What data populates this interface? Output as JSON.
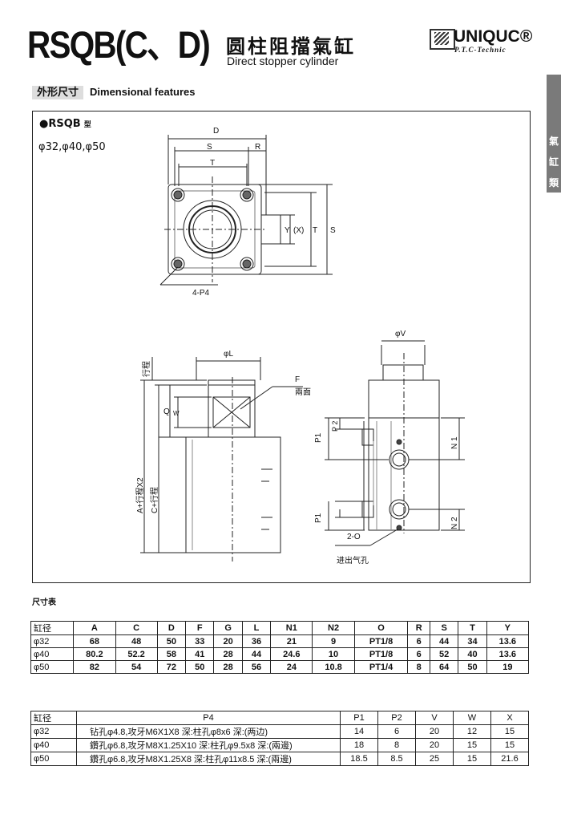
{
  "header": {
    "model": "RSQB(C、D)",
    "title_cn": "圆柱阻擋氣缸",
    "title_en": "Direct stopper cylinder",
    "brand": "UNIQUC®",
    "brand_sub": "P.T.C-Technic",
    "sidetab": [
      "氣",
      "缸",
      "類"
    ]
  },
  "section": {
    "cn": "外形尺寸",
    "en": "Dimensional features"
  },
  "drawing": {
    "type_label": "●RSQB",
    "type_suffix": "型",
    "bores": "φ32,φ40,φ50",
    "labels": {
      "D": "D",
      "S": "S",
      "R": "R",
      "T": "T",
      "Y": "Y",
      "X": "(X)",
      "T2": "T",
      "S2": "S",
      "P4": "4-P4",
      "L": "φL",
      "V": "φV",
      "F": "F",
      "F_note": "兩面",
      "stroke": "行程",
      "Q": "Q",
      "W": "W",
      "A": "A+行程X2",
      "C": "C+行程",
      "P1a": "P1",
      "P2": "P 2",
      "P1b": "P1",
      "N1": "N 1",
      "N2": "N 2",
      "port": "2-O",
      "port_note": "进出气孔"
    }
  },
  "table_title": "尺寸表",
  "table1": {
    "headers": [
      "缸径",
      "A",
      "C",
      "D",
      "F",
      "G",
      "L",
      "N1",
      "N2",
      "O",
      "R",
      "S",
      "T",
      "Y"
    ],
    "rows": [
      [
        "φ32",
        "68",
        "48",
        "50",
        "33",
        "20",
        "36",
        "21",
        "9",
        "PT1/8",
        "6",
        "44",
        "34",
        "13.6"
      ],
      [
        "φ40",
        "80.2",
        "52.2",
        "58",
        "41",
        "28",
        "44",
        "24.6",
        "10",
        "PT1/8",
        "6",
        "52",
        "40",
        "13.6"
      ],
      [
        "φ50",
        "82",
        "54",
        "72",
        "50",
        "28",
        "56",
        "24",
        "10.8",
        "PT1/4",
        "8",
        "64",
        "50",
        "19"
      ]
    ]
  },
  "table2": {
    "headers": [
      "缸径",
      "P4",
      "P1",
      "P2",
      "V",
      "W",
      "X"
    ],
    "rows": [
      [
        "φ32",
        "钻孔φ4.8,攻牙M6X1X8        深:柱孔φ8x6     深:(两边)",
        "14",
        "6",
        "20",
        "12",
        "15"
      ],
      [
        "φ40",
        "鑽孔φ6.8,攻牙M8X1.25X10    深:柱孔φ9.5x8   深:(兩邊)",
        "18",
        "8",
        "20",
        "15",
        "15"
      ],
      [
        "φ50",
        "鑽孔φ6.8,攻牙M8X1.25X8     深:柱孔φ11x8.5  深:(兩邊)",
        "18.5",
        "8.5",
        "25",
        "15",
        "21.6"
      ]
    ]
  }
}
